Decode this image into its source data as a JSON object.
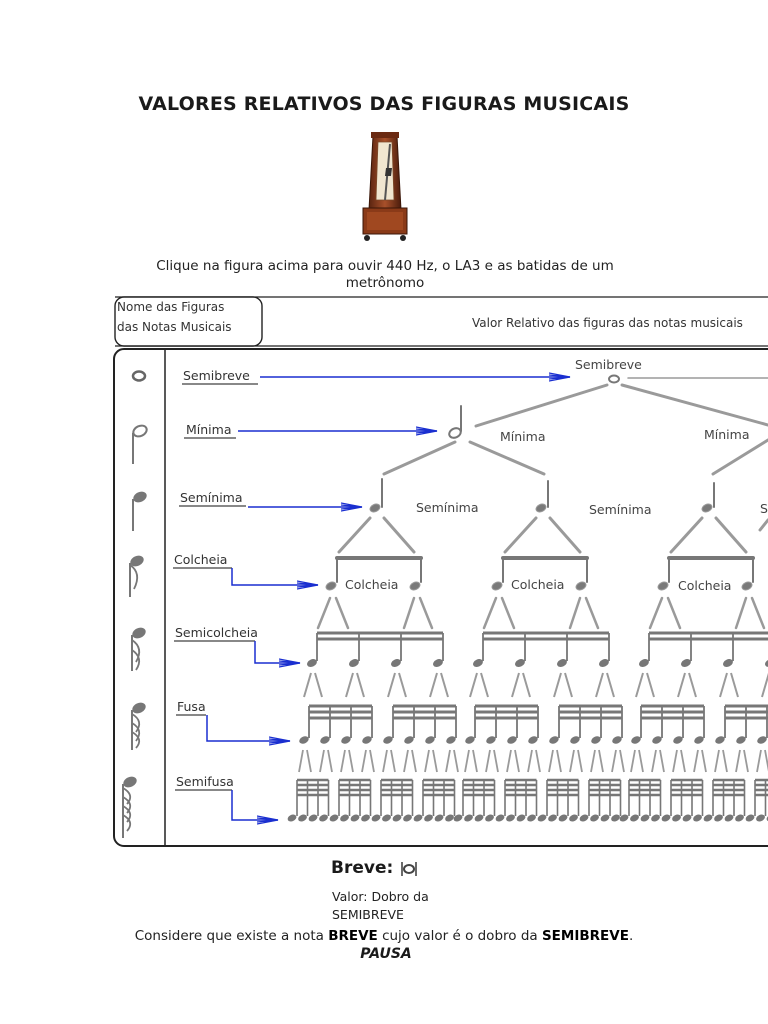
{
  "page": {
    "title": "VALORES RELATIVOS DAS FIGURAS MUSICAIS",
    "click_hint": "Clique na figura acima para ouvir 440 Hz, o LA3 e as batidas de um metrônomo"
  },
  "table": {
    "left_header": "Nome das Figuras das Notas Musicais",
    "right_header": "Valor Relativo das figuras das notas musicais",
    "figures": [
      {
        "name": "Semibreve",
        "icon": "semibreve-note-icon"
      },
      {
        "name": "Mínima",
        "icon": "minima-note-icon"
      },
      {
        "name": "Semínima",
        "icon": "seminima-note-icon"
      },
      {
        "name": "Colcheia",
        "icon": "colcheia-note-icon"
      },
      {
        "name": "Semicolcheia",
        "icon": "semicolcheia-note-icon"
      },
      {
        "name": "Fusa",
        "icon": "fusa-note-icon"
      },
      {
        "name": "Semifusa",
        "icon": "semifusa-note-icon"
      }
    ],
    "tree_labels": {
      "semibreve": "Semibreve",
      "minima": [
        "Mínima",
        "Mínima"
      ],
      "seminima": [
        "Semínima",
        "Semínima",
        "S"
      ],
      "colcheia": [
        "Colcheia",
        "Colcheia",
        "Colcheia"
      ]
    },
    "arrow_color": "#1a2fd0",
    "line_color": "#9a9a9a"
  },
  "breve": {
    "heading": "Breve:",
    "value_text": "Valor: Dobro da SEMIBREVE",
    "consider_prefix": "Considere que existe a nota ",
    "consider_breve": "BREVE",
    "consider_middle": " cujo valor é o dobro da ",
    "consider_semibreve": "SEMIBREVE",
    "consider_suffix": ".",
    "pausa": "PAUSA"
  }
}
